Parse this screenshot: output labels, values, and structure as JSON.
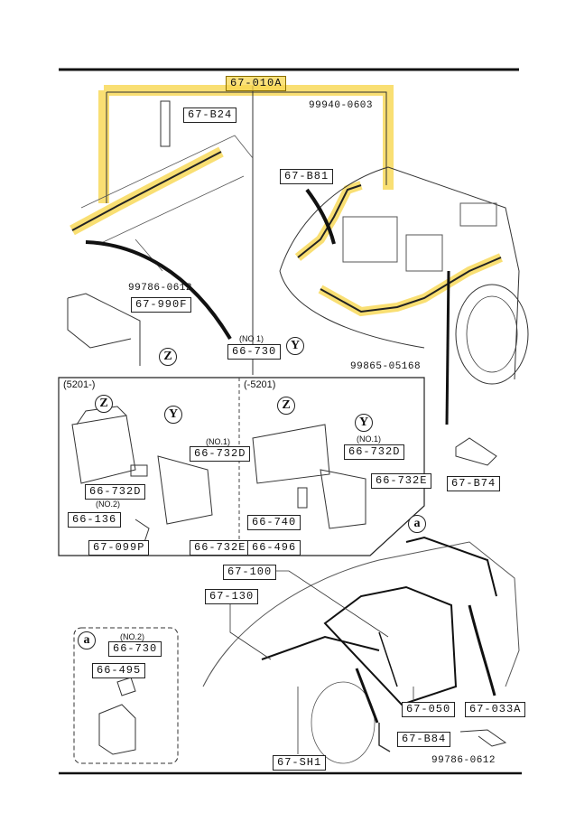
{
  "diagram": {
    "title_part": "67-010A",
    "highlight_color": "#f8d750",
    "top_section": {
      "left_labels": [
        "67-B24",
        "99786-0612",
        "67-990F"
      ],
      "right_labels": [
        "99940-0603",
        "67-B81",
        "67-B74",
        "99865-05168"
      ],
      "center_label_note": "(NO 1)",
      "center_label": "66-730",
      "callouts": [
        "Z",
        "Y"
      ]
    },
    "fuse_box_left": {
      "heading": "(5201-)",
      "callouts": [
        "Z",
        "Y"
      ],
      "labels": {
        "no1_note": "(NO.1)",
        "no1": "66-732D",
        "no2": "66-732D",
        "no2_note": "(NO.2)",
        "fuse": "66-136",
        "fuse_set": "67-099P",
        "cover_label": "66-732E"
      }
    },
    "fuse_box_right": {
      "heading": "(-5201)",
      "callouts": [
        "Z",
        "Y"
      ],
      "labels": {
        "no1_note": "(NO.1)",
        "no1": "66-732D",
        "cover_label": "66-732E",
        "fuse": "66-740",
        "relay": "66-496"
      }
    },
    "bottom_section": {
      "callout": "a",
      "labels": [
        "67-100",
        "67-130",
        "67-050",
        "67-033A",
        "67-B84",
        "67-SH1",
        "99786-0612"
      ]
    },
    "detail_a": {
      "callout": "a",
      "no2_note": "(NO.2)",
      "relay_label": "66-730",
      "connector_label": "66-495"
    }
  }
}
